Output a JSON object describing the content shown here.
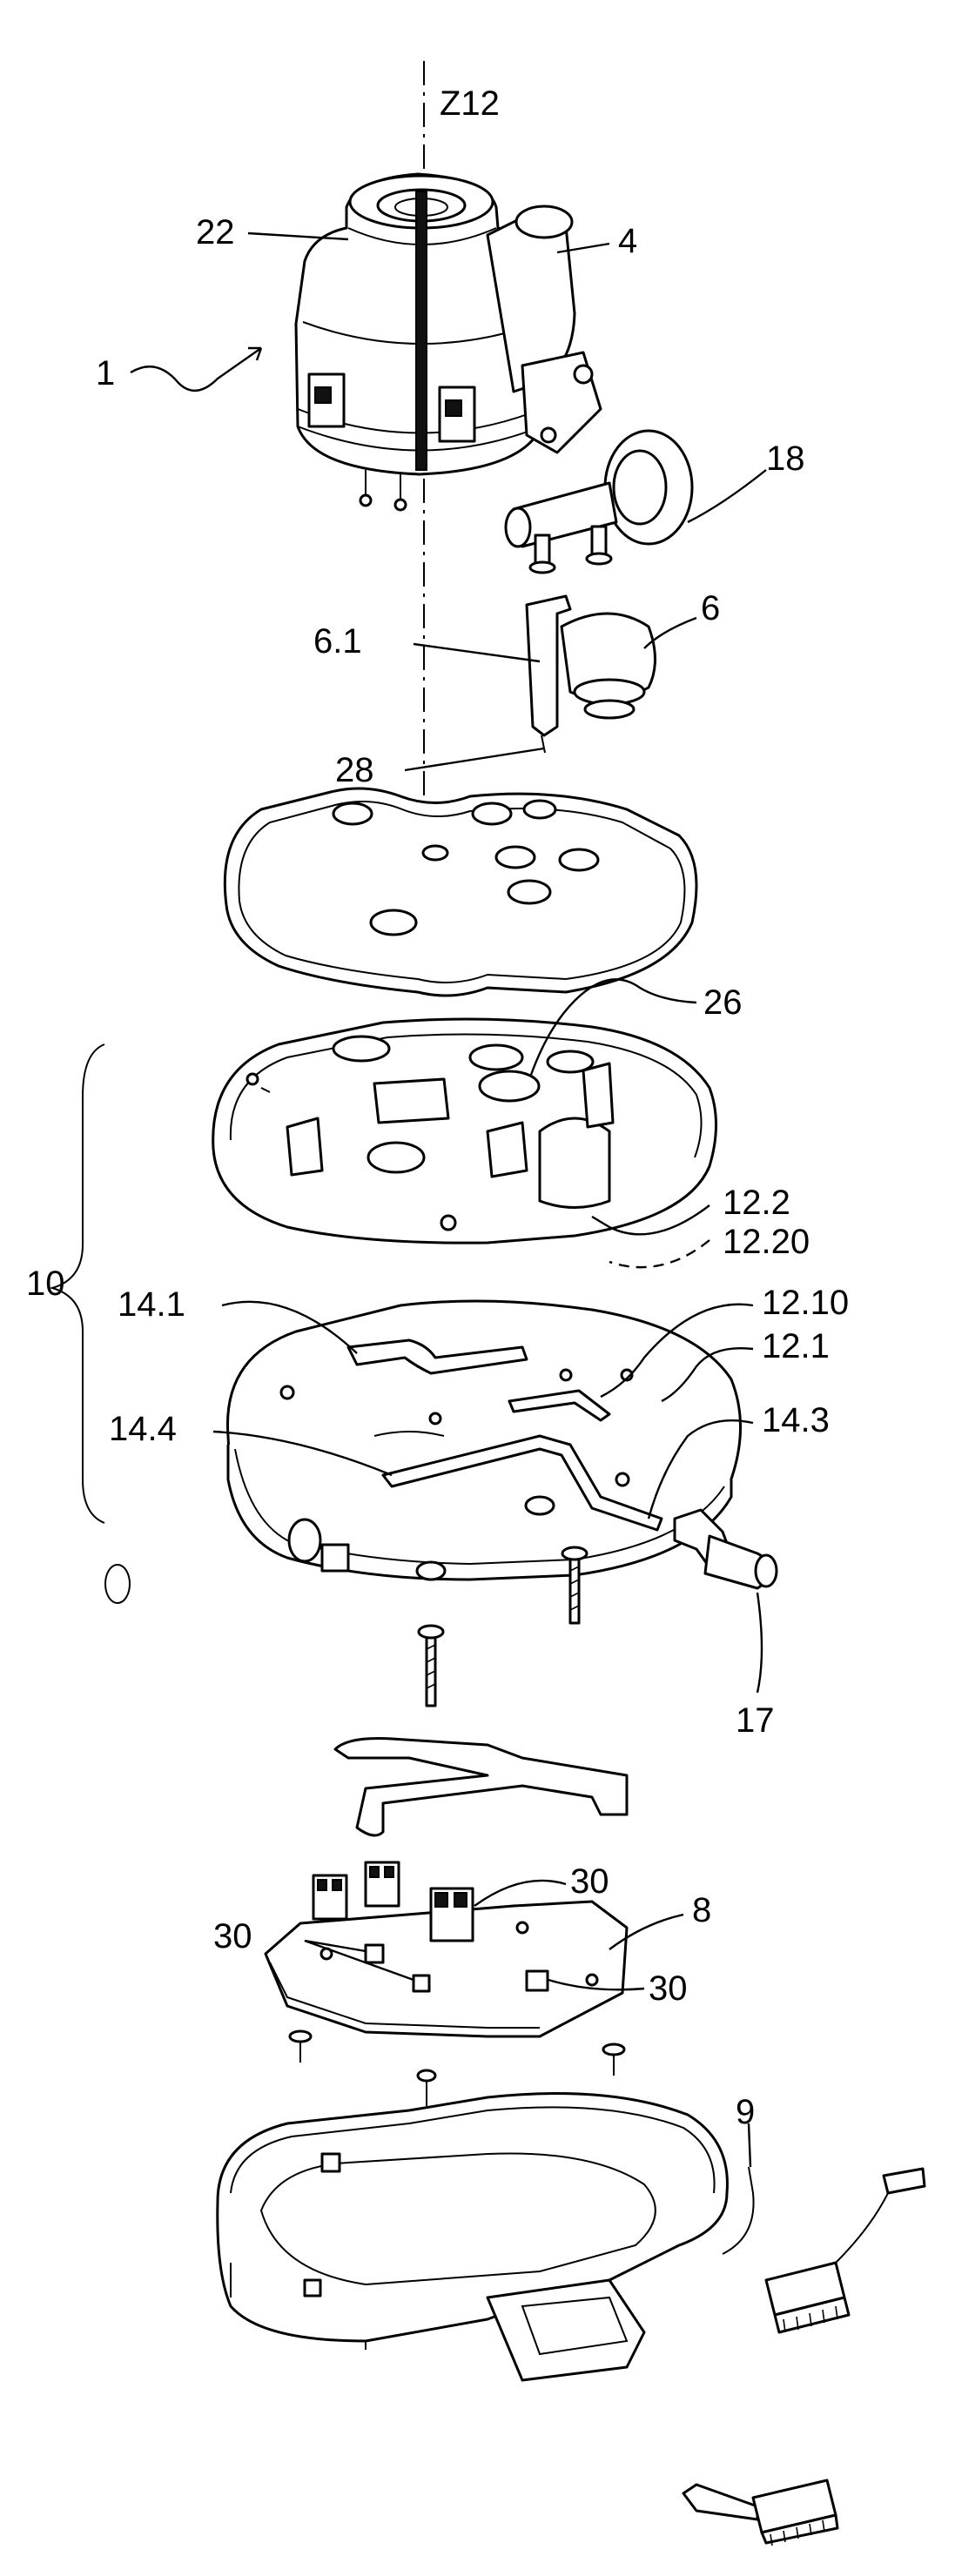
{
  "figure": {
    "axis_label": "Z12",
    "labels": {
      "l_1": "1",
      "l_4": "4",
      "l_22": "22",
      "l_18": "18",
      "l_6": "6",
      "l_6_1": "6.1",
      "l_28": "28",
      "l_26": "26",
      "l_10": "10",
      "l_12_2": "12.2",
      "l_12_20": "12.20",
      "l_14_1": "14.1",
      "l_12_10": "12.10",
      "l_12_1": "12.1",
      "l_14_4": "14.4",
      "l_14_3": "14.3",
      "l_17": "17",
      "l_30a": "30",
      "l_30b": "30",
      "l_30c": "30",
      "l_8": "8",
      "l_9": "9"
    }
  }
}
